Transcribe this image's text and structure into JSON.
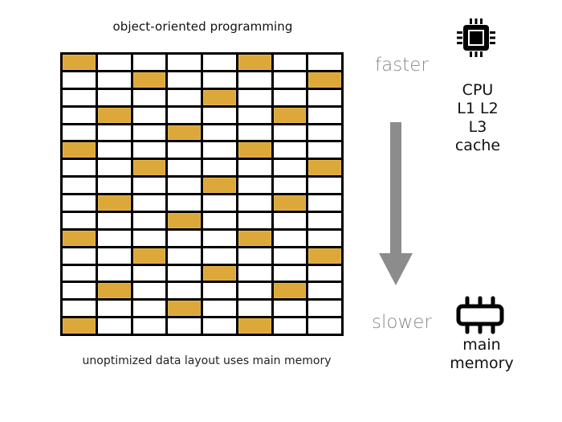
{
  "title": "object-oriented programming",
  "caption": "unoptimized data layout uses main memory",
  "grid": {
    "columns": 8,
    "rows": 16,
    "fill_color": "#dca83a",
    "filled_cells": [
      [
        0,
        5
      ],
      [
        2,
        7
      ],
      [
        4
      ],
      [
        1,
        6
      ],
      [
        3
      ],
      [
        0,
        5
      ],
      [
        2,
        7
      ],
      [
        4
      ],
      [
        1,
        6
      ],
      [
        3
      ],
      [
        0,
        5
      ],
      [
        2,
        7
      ],
      [
        4
      ],
      [
        1,
        6
      ],
      [
        3
      ],
      [
        0,
        5
      ]
    ]
  },
  "speed_scale": {
    "top_label": "faster",
    "bottom_label": "slower",
    "arrow_color": "#8c8c8c"
  },
  "cpu": {
    "icon": "cpu-chip-icon",
    "lines": [
      "CPU",
      "L1 L2 L3",
      "cache"
    ]
  },
  "memory": {
    "icon": "ram-module-icon",
    "lines": [
      "main",
      "memory"
    ]
  }
}
